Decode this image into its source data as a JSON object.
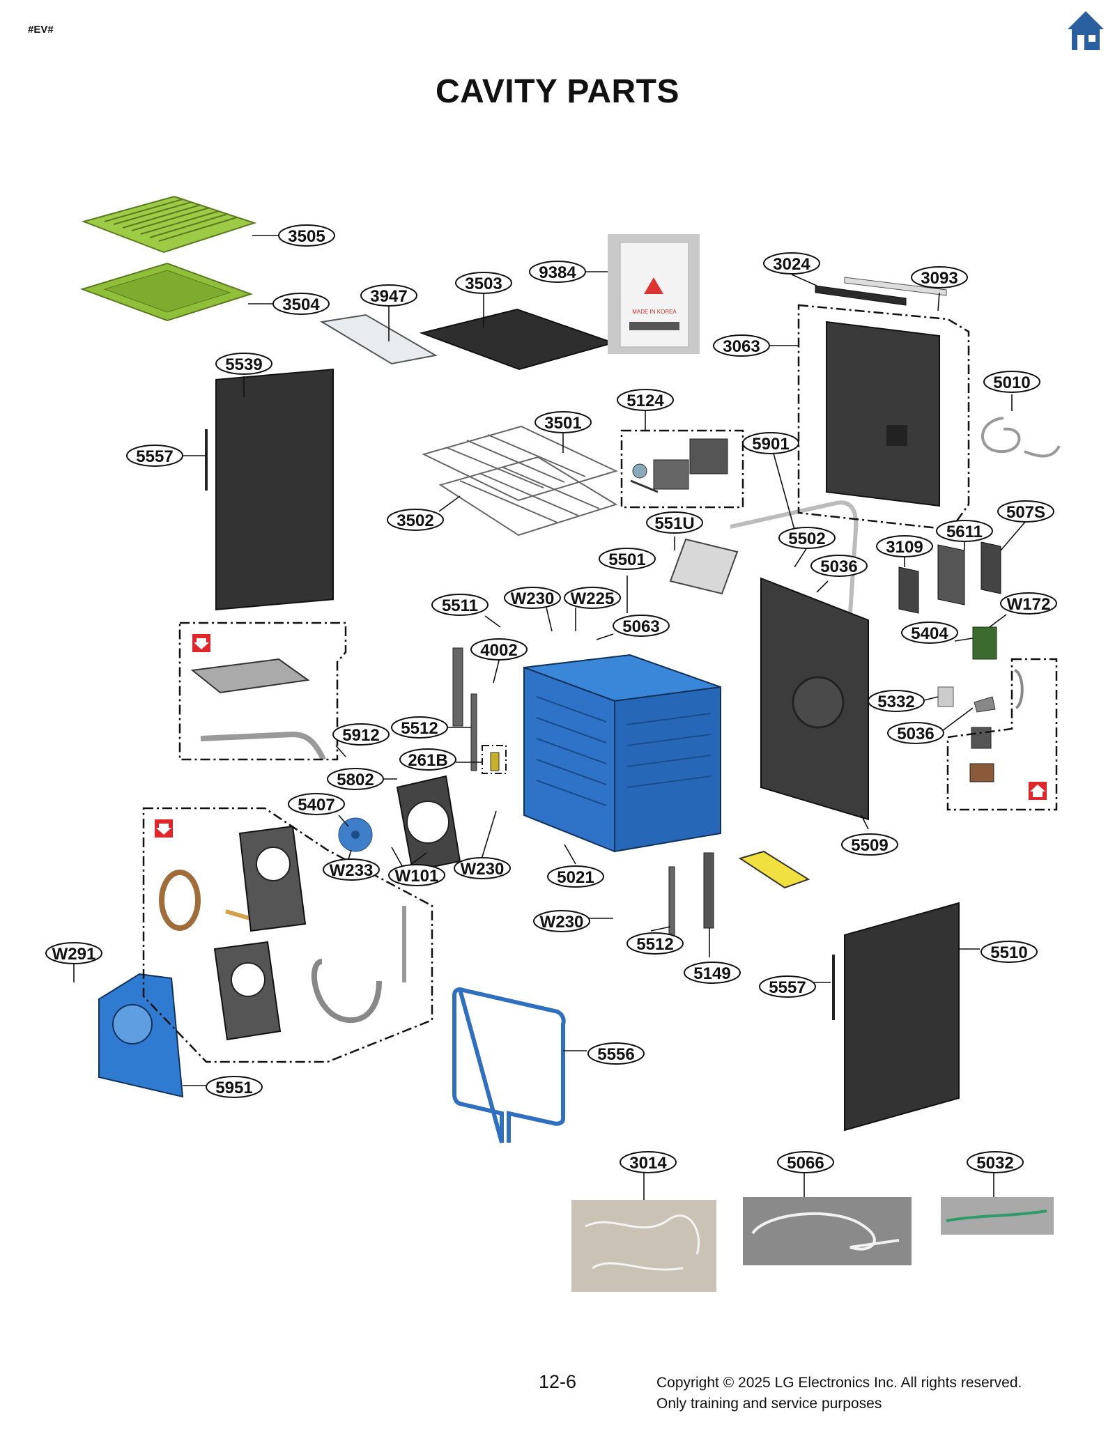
{
  "header": {
    "code_tag": "#EV#",
    "title": "CAVITY PARTS"
  },
  "home": {
    "icon": "home-icon"
  },
  "labels": {
    "l3505": "3505",
    "l3504": "3504",
    "l3947": "3947",
    "l3503": "3503",
    "l9384": "9384",
    "l3024": "3024",
    "l3093": "3093",
    "l3063": "3063",
    "l5010": "5010",
    "l5539": "5539",
    "l5557a": "5557",
    "l3501": "3501",
    "l5124": "5124",
    "l5901": "5901",
    "l3502": "3502",
    "l551U": "551U",
    "l5502": "5502",
    "l3109": "3109",
    "l5611": "5611",
    "l507S": "507S",
    "l5501": "5501",
    "l5036a": "5036",
    "l5511": "5511",
    "lW230a": "W230",
    "lW225": "W225",
    "l5063": "5063",
    "lW172": "W172",
    "l5404": "5404",
    "l4002": "4002",
    "l5332": "5332",
    "l5036b": "5036",
    "l5912": "5912",
    "l5512a": "5512",
    "l261B": "261B",
    "l5802": "5802",
    "l5407": "5407",
    "lW233": "W233",
    "lW101": "W101",
    "lW230b": "W230",
    "l5021": "5021",
    "l5509": "5509",
    "lW230c": "W230",
    "l5512b": "5512",
    "l5149": "5149",
    "l5557b": "5557",
    "l5510": "5510",
    "lW291": "W291",
    "l5556": "5556",
    "l5951": "5951",
    "l3014": "3014",
    "l5066": "5066",
    "l5032": "5032"
  },
  "packet": {
    "text": "MADE IN KOREA"
  },
  "footer": {
    "page_number": "12-6",
    "copyright_line1": "Copyright © 2025 LG Electronics Inc. All rights reserved.",
    "copyright_line2": "Only training and service purposes"
  },
  "colors": {
    "green_part": "#8fbf3a",
    "blue_part": "#2f73c9",
    "dark_part": "#3a3a3a",
    "arrow_red": "#e0262a",
    "home_blue": "#2a5fa0"
  }
}
